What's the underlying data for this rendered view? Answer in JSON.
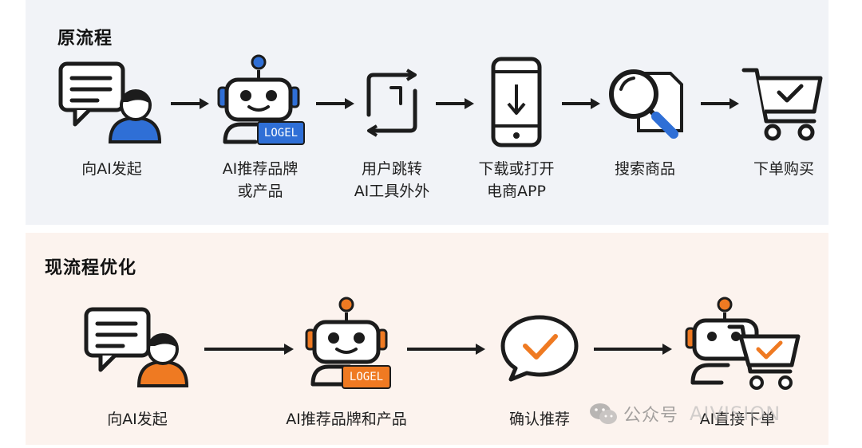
{
  "original": {
    "title": "原流程",
    "steps": [
      {
        "label": "向AI发起",
        "icon": "chat-user-icon"
      },
      {
        "label": "AI推荐品牌\n或产品",
        "icon": "robot-icon",
        "badge": "LOGEL"
      },
      {
        "label": "用户跳转\nAI工具外外",
        "icon": "redirect-icon"
      },
      {
        "label": "下载或打开\n电商APP",
        "icon": "phone-download-icon"
      },
      {
        "label": "搜索商品",
        "icon": "search-icon"
      },
      {
        "label": "下单购买",
        "icon": "cart-check-icon"
      }
    ]
  },
  "optimized": {
    "title": "现流程优化",
    "steps": [
      {
        "label": "向AI发起",
        "icon": "chat-user-icon"
      },
      {
        "label": "AI推荐品牌和产品",
        "icon": "robot-icon",
        "badge": "LOGEL"
      },
      {
        "label": "确认推荐",
        "icon": "chat-check-icon"
      },
      {
        "label": "AI直接下单",
        "icon": "robot-cart-icon"
      }
    ]
  },
  "watermark": {
    "text": "公众号",
    "brand": "AIVISION"
  },
  "colors": {
    "original_accent": "#2f6fd6",
    "optimized_accent": "#ef7a22",
    "outline": "#1c1c1c",
    "top_background": "#f1f3f7",
    "bottom_background": "#fcf3ee"
  }
}
